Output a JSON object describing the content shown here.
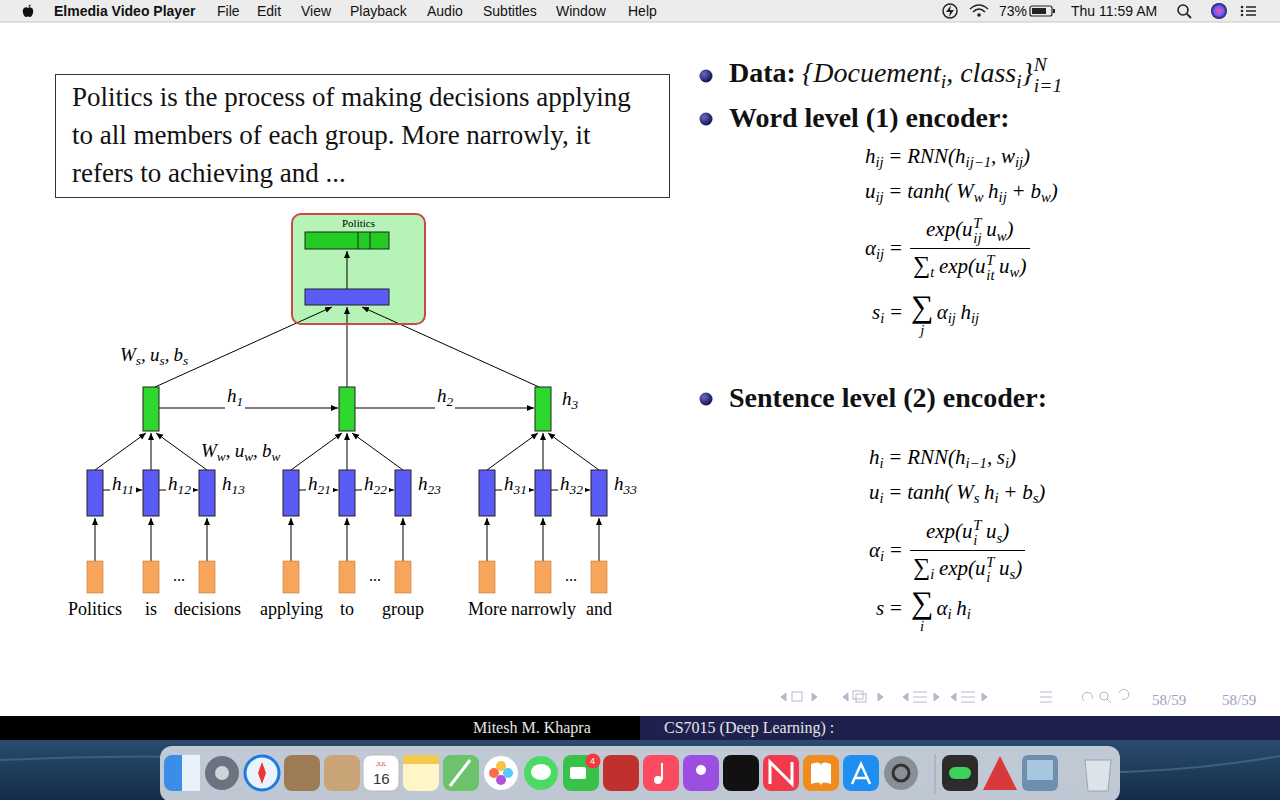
{
  "diagram": {
    "nodes": [
      {
        "text": [
          "Politics is the process of making decisions applying to all members of each group. More narrowly, it refers to achieving and ..."
        ]
      },
      {
        "text": [
          "Politics"
        ]
      }
    ],
    "labels": [
      "Elmedia Video Player",
      "File",
      "Edit",
      "View",
      "Playback",
      "Audio",
      "Subtitles",
      "Window",
      "Help",
      "73%",
      "Thu 11:59 AM",
      "Data:",
      "{Docuement",
      "i",
      ", class",
      "i",
      "}",
      "N",
      "i=1",
      "Word level (1) encoder:",
      "h",
      "ij",
      "=",
      "RNN(h",
      "ij−1",
      ",",
      "w",
      "ij",
      ")",
      "u",
      "ij",
      "=",
      "tanh(",
      "W",
      "w",
      "h",
      "ij",
      "+",
      "b",
      "w",
      ")",
      "α",
      "ij",
      "=",
      "exp(u",
      "T",
      "ij",
      "u",
      "w",
      ")",
      "∑",
      "t",
      "exp(u",
      "T",
      "it",
      "u",
      "w",
      ")",
      "s",
      "i",
      "=",
      "∑",
      "j",
      "α",
      "ij",
      "h",
      "ij",
      "Sentence level (2) encoder:",
      "h",
      "i",
      "=",
      "RNN(h",
      "i−1",
      ",",
      "s",
      "i",
      ")",
      "u",
      "i",
      "=",
      "tanh(",
      "W",
      "s",
      "h",
      "i",
      "+",
      "b",
      "s",
      ")",
      "α",
      "i",
      "=",
      "exp(u",
      "T",
      "i",
      "u",
      "s",
      ")",
      "∑",
      "i",
      "exp(u",
      "T",
      "i",
      "u",
      "s",
      ")",
      "s",
      "=",
      "∑",
      "i",
      "α",
      "i",
      "h",
      "i",
      "W",
      "s",
      ",",
      "u",
      "s",
      ",",
      "b",
      "s",
      "W",
      "w",
      ",",
      "u",
      "w",
      ",",
      "b",
      "w",
      "h",
      "1",
      "h",
      "2",
      "h",
      "3",
      "h",
      "11",
      "h",
      "12",
      "h",
      "13",
      "h",
      "21",
      "h",
      "22",
      "h",
      "23",
      "h",
      "31",
      "h",
      "32",
      "h",
      "33",
      "Politics",
      "is",
      "decisions",
      "applying",
      "to",
      "group",
      "More",
      "narrowly",
      "and",
      "...",
      "...",
      "...",
      "Mitesh M. Khapra",
      "CS7015 (Deep Learning) :",
      "58/59",
      "58/59",
      "JUL",
      "16",
      "4"
    ]
  }
}
